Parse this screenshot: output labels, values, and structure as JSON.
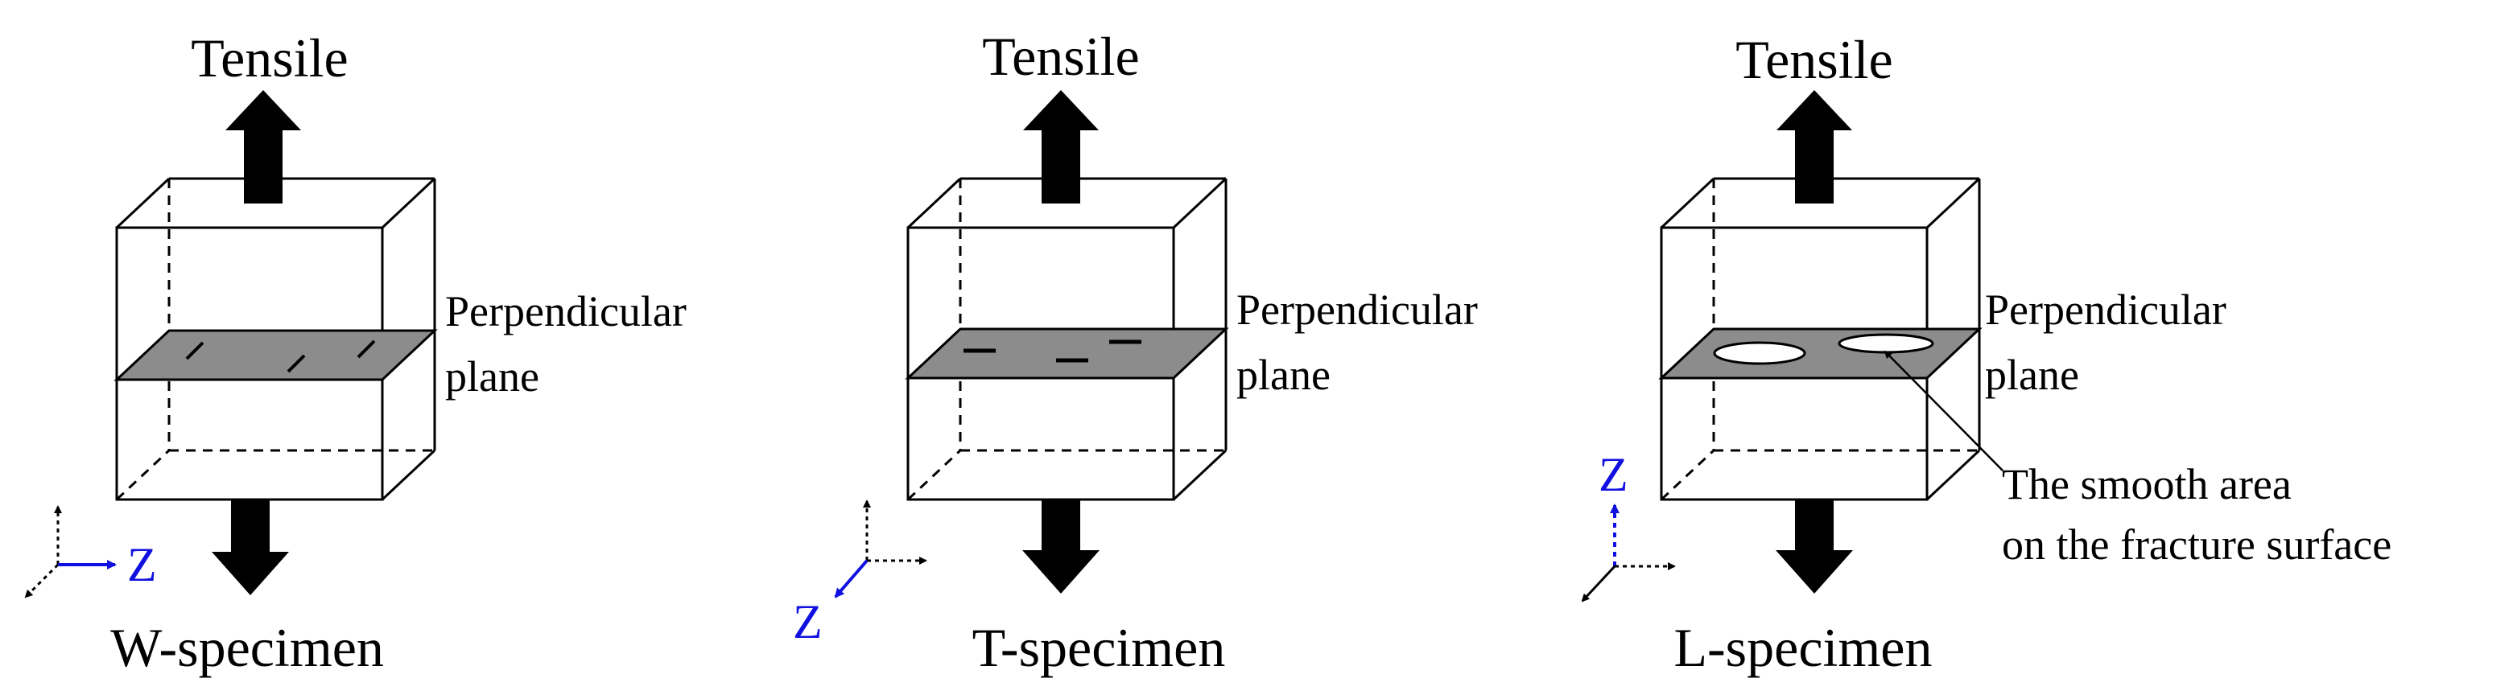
{
  "panels": [
    {
      "id": "w",
      "load_label": "Tensile",
      "plane_label_line1": "Perpendicular",
      "plane_label_line2": "plane",
      "specimen_label": "W-specimen",
      "axis_label": "Z",
      "feature": "short-diagonal-marks"
    },
    {
      "id": "t",
      "load_label": "Tensile",
      "plane_label_line1": "Perpendicular",
      "plane_label_line2": "plane",
      "specimen_label": "T-specimen",
      "axis_label": "Z",
      "feature": "short-horizontal-marks"
    },
    {
      "id": "l",
      "load_label": "Tensile",
      "plane_label_line1": "Perpendicular",
      "plane_label_line2": "plane",
      "specimen_label": "L-specimen",
      "axis_label": "Z",
      "feature": "white-ellipses",
      "callout_line1": "The smooth area",
      "callout_line2": "on the fracture surface"
    }
  ],
  "colors": {
    "line": "#000000",
    "plane_fill": "#8c8c8c",
    "axis_highlight": "#1010e0",
    "background": "#ffffff"
  }
}
